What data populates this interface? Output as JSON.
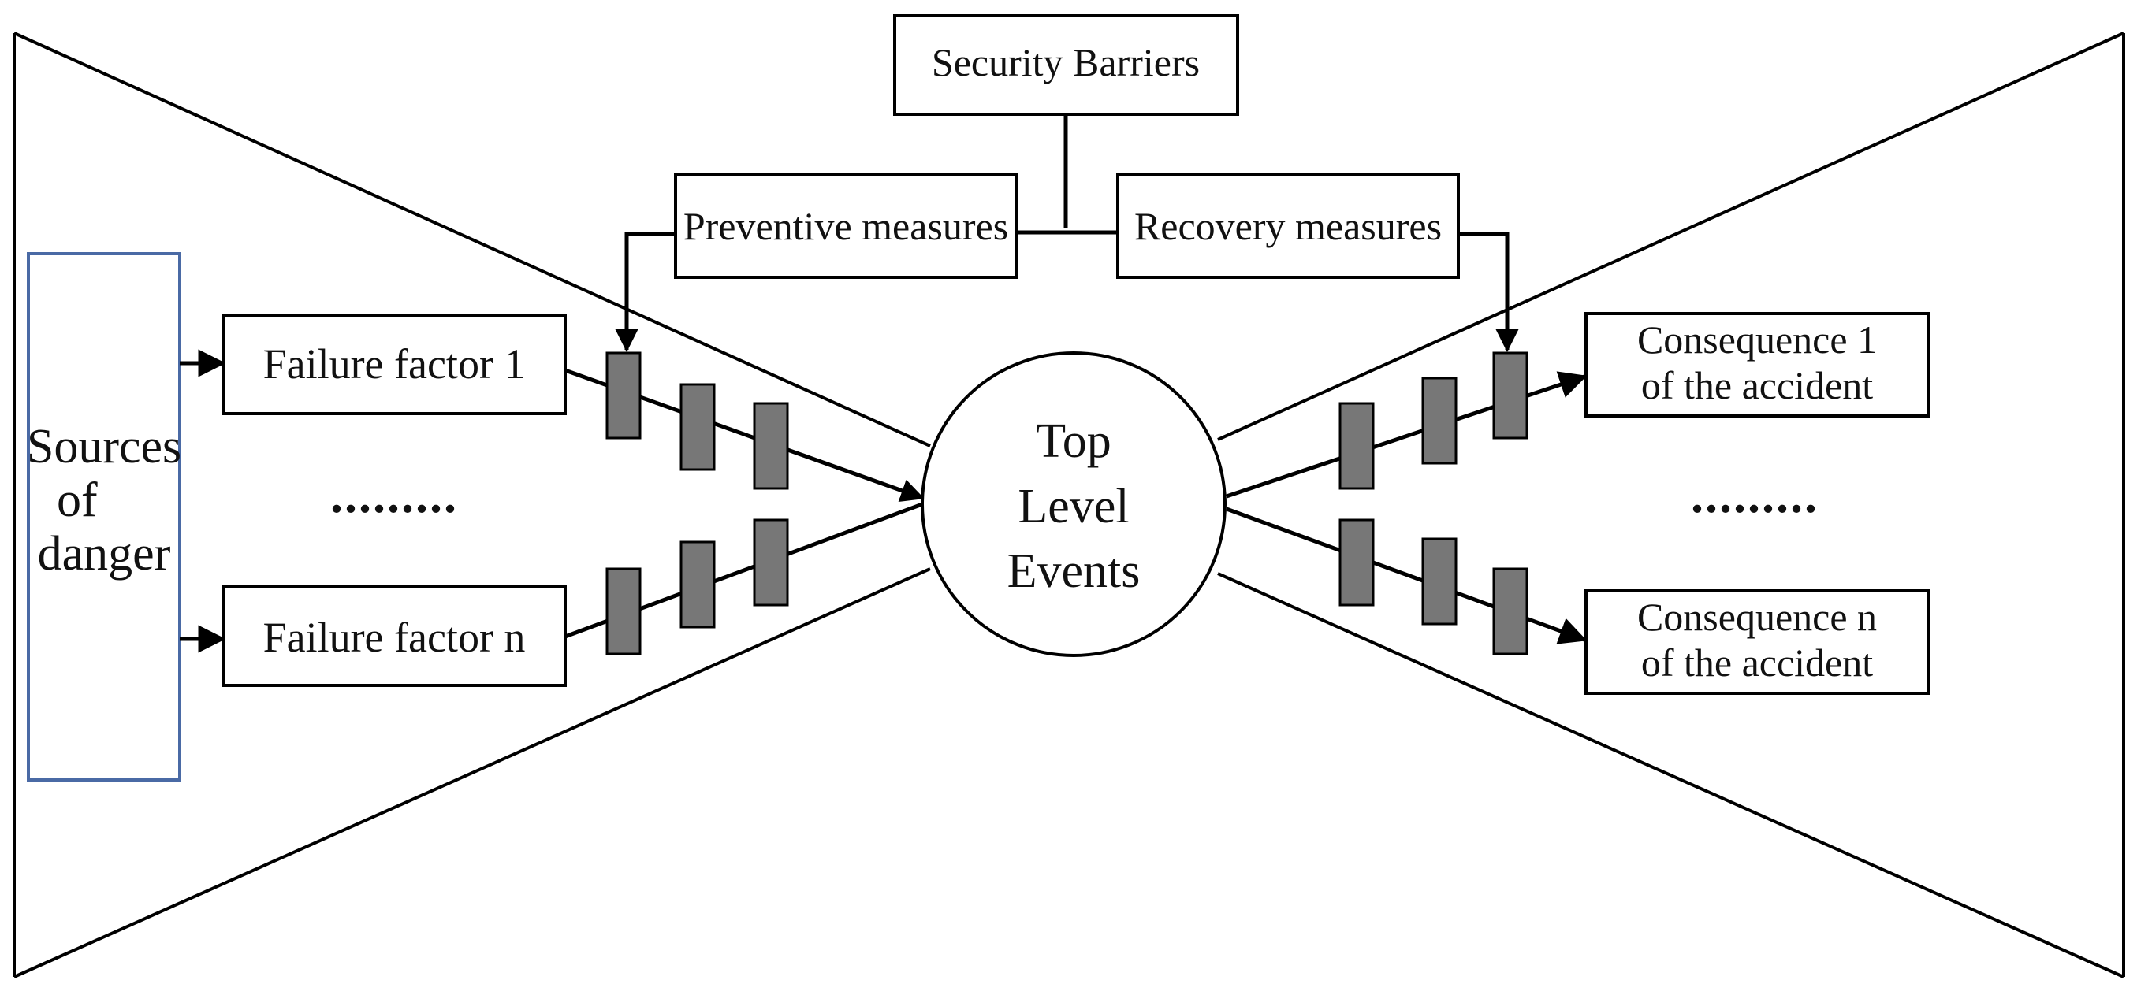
{
  "diagram": {
    "security_barriers": "Security Barriers",
    "preventive_measures": "Preventive measures",
    "recovery_measures": "Recovery measures",
    "sources_of_danger": [
      "Sources",
      "of",
      "danger"
    ],
    "failure_factor_1": "Failure factor 1",
    "failure_factor_n": "Failure factor n",
    "left_ellipsis": ".........",
    "right_ellipsis": ".........",
    "top_level_events": [
      "Top",
      "Level",
      "Events"
    ],
    "consequence_1": [
      "Consequence 1",
      "of the accident"
    ],
    "consequence_n": [
      "Consequence n",
      "of the accident"
    ],
    "colors": {
      "line": "#000000",
      "barrier_fill": "#777777",
      "sources_box_border": "#4a6aa5"
    }
  }
}
